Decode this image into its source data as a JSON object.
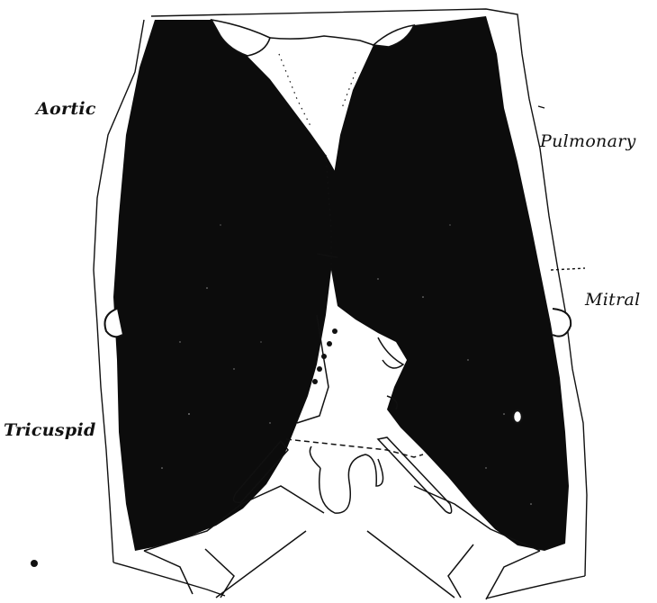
{
  "labels": {
    "aortic": "Aortic",
    "pulmonary": "Pulmonary",
    "mitral": "Mitral",
    "tricuspid": "Tricuspid"
  },
  "colors": {
    "ink": "#111111",
    "paper": "#ffffff"
  }
}
